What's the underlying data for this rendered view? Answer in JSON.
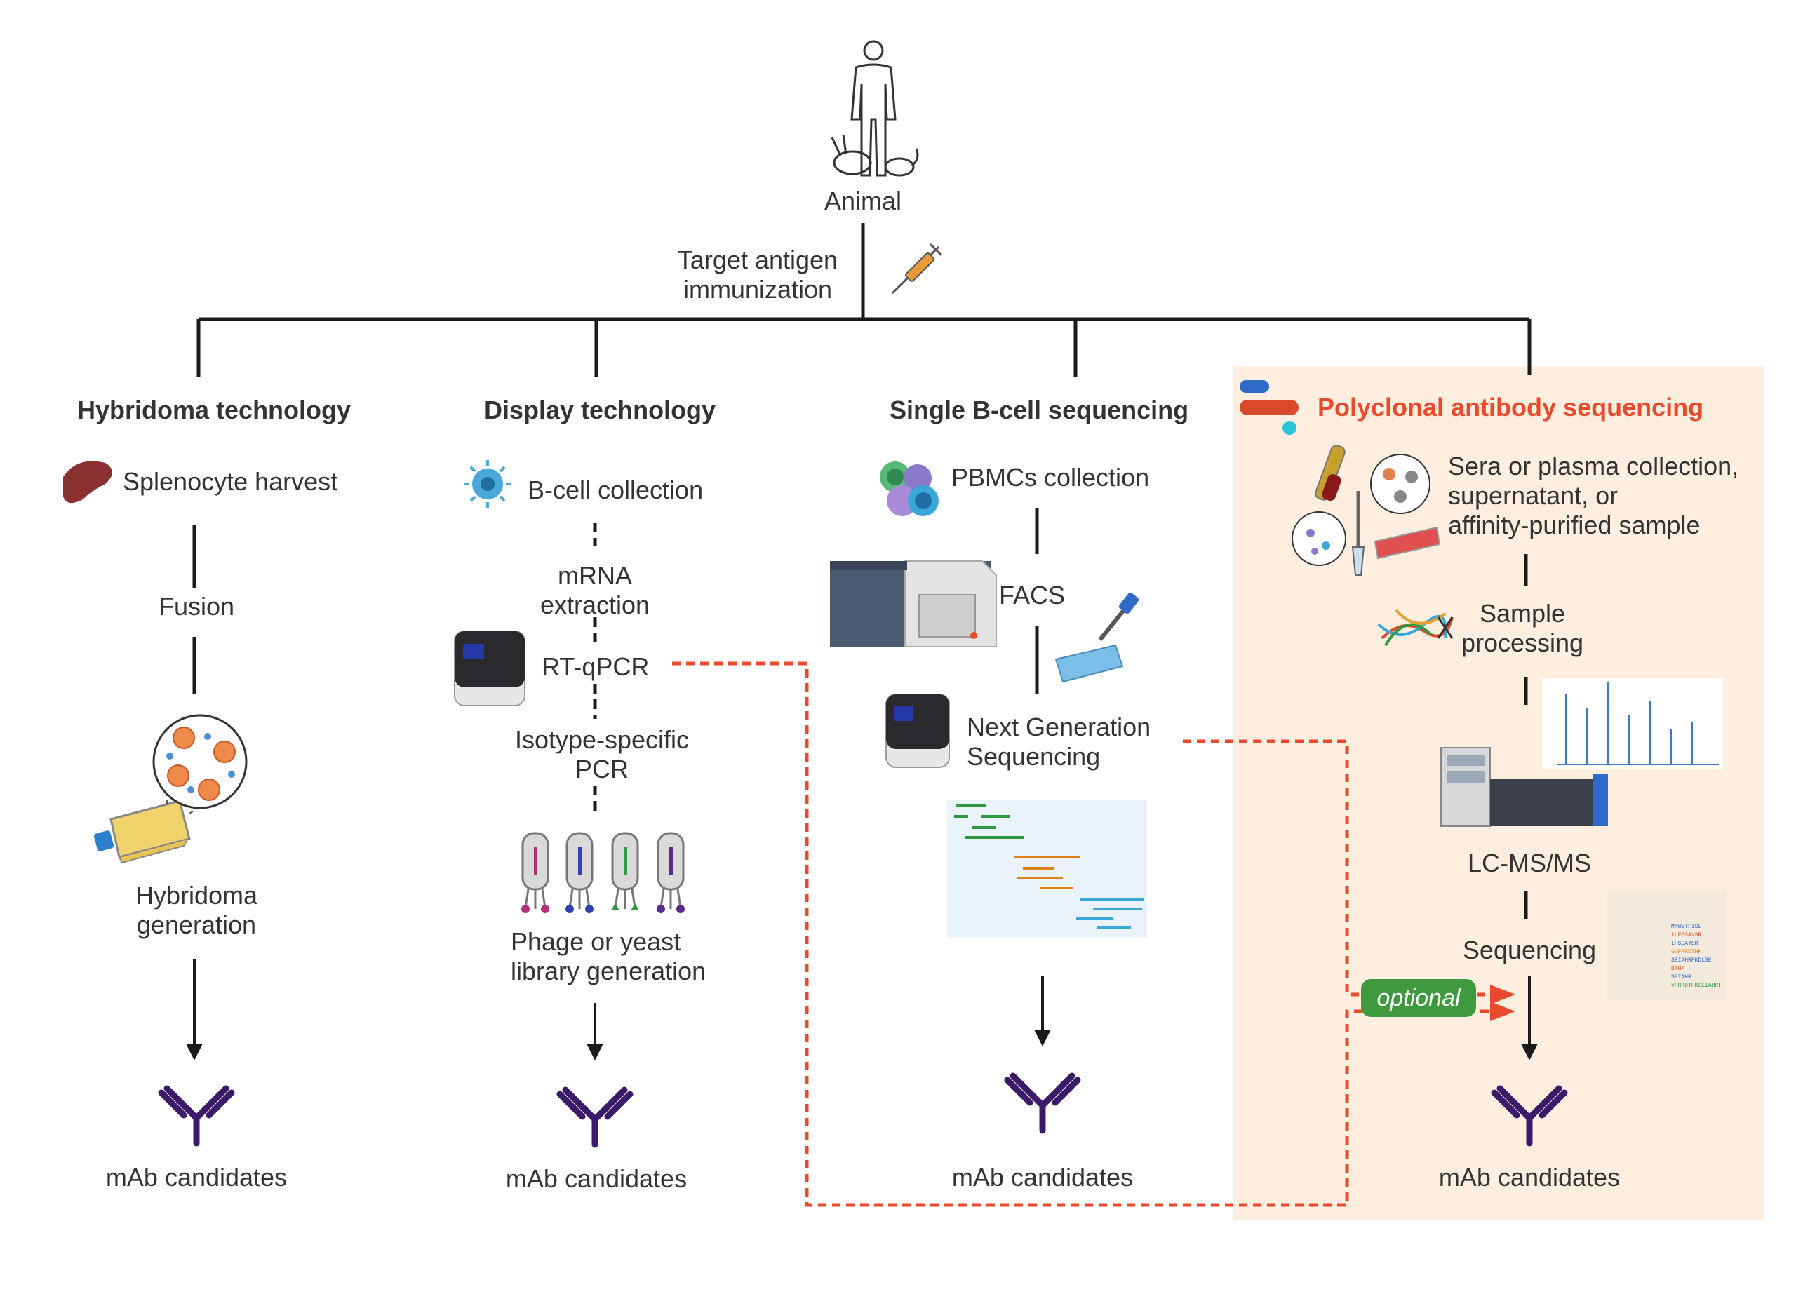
{
  "top": {
    "animal_label": "Animal",
    "immunization_line1": "Target antigen",
    "immunization_line2": "immunization"
  },
  "columns": {
    "hybridoma": {
      "title": "Hybridoma technology",
      "step1": "Splenocyte harvest",
      "step2": "Fusion",
      "step3_line1": "Hybridoma",
      "step3_line2": "generation",
      "result": "mAb candidates"
    },
    "display": {
      "title": "Display technology",
      "step1": "B-cell collection",
      "step2_line1": "mRNA",
      "step2_line2": "extraction",
      "step3": "RT-qPCR",
      "step4_line1": "Isotype-specific",
      "step4_line2": "PCR",
      "step5_line1": "Phage or yeast",
      "step5_line2": "library generation",
      "result": "mAb candidates"
    },
    "single_bcell": {
      "title": "Single B-cell sequencing",
      "step1": "PBMCs collection",
      "step2": "FACS",
      "step3_line1": "Next Generation",
      "step3_line2": "Sequencing",
      "result": "mAb candidates"
    },
    "polyclonal": {
      "title": "Polyclonal antibody sequencing",
      "step1_line1": "Sera or plasma collection,",
      "step1_line2": "supernatant, or",
      "step1_line3": "affinity-purified sample",
      "step2_line1": "Sample",
      "step2_line2": "processing",
      "step3": "LC-MS/MS",
      "step4": "Sequencing",
      "optional": "optional",
      "result": "mAb candidates",
      "peptides": [
        "MKWVTFISL",
        "LLFSSAYSR",
        "LFSSAYSR",
        "GVFRRDTHK",
        "SEIAHRFKDLGE",
        "DTHK",
        "SEIAHR",
        "vFRRDTHKSEIAHRF"
      ]
    }
  },
  "colors": {
    "accent_red": "#ea4a2c",
    "panel_bg": "#fdeee0",
    "optional_green": "#3f9a3f",
    "antibody_purple": "#3b1a6b",
    "line_black": "#1a1a1a"
  }
}
